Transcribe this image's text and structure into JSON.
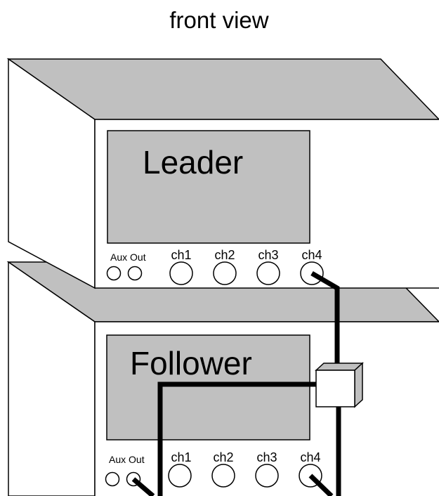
{
  "title": "front view",
  "leader": {
    "screen_label": "Leader",
    "aux_label": "Aux Out",
    "channels": [
      "ch1",
      "ch2",
      "ch3",
      "ch4"
    ]
  },
  "follower": {
    "screen_label": "Follower",
    "aux_label": "Aux Out",
    "channels": [
      "ch1",
      "ch2",
      "ch3",
      "ch4"
    ]
  },
  "colors": {
    "top_face": "#c0c0c0",
    "screen": "#c0c0c0",
    "body": "#ffffff",
    "splitter_front": "#ffffff",
    "splitter_side": "#c0c0c0",
    "cable": "#000000"
  }
}
